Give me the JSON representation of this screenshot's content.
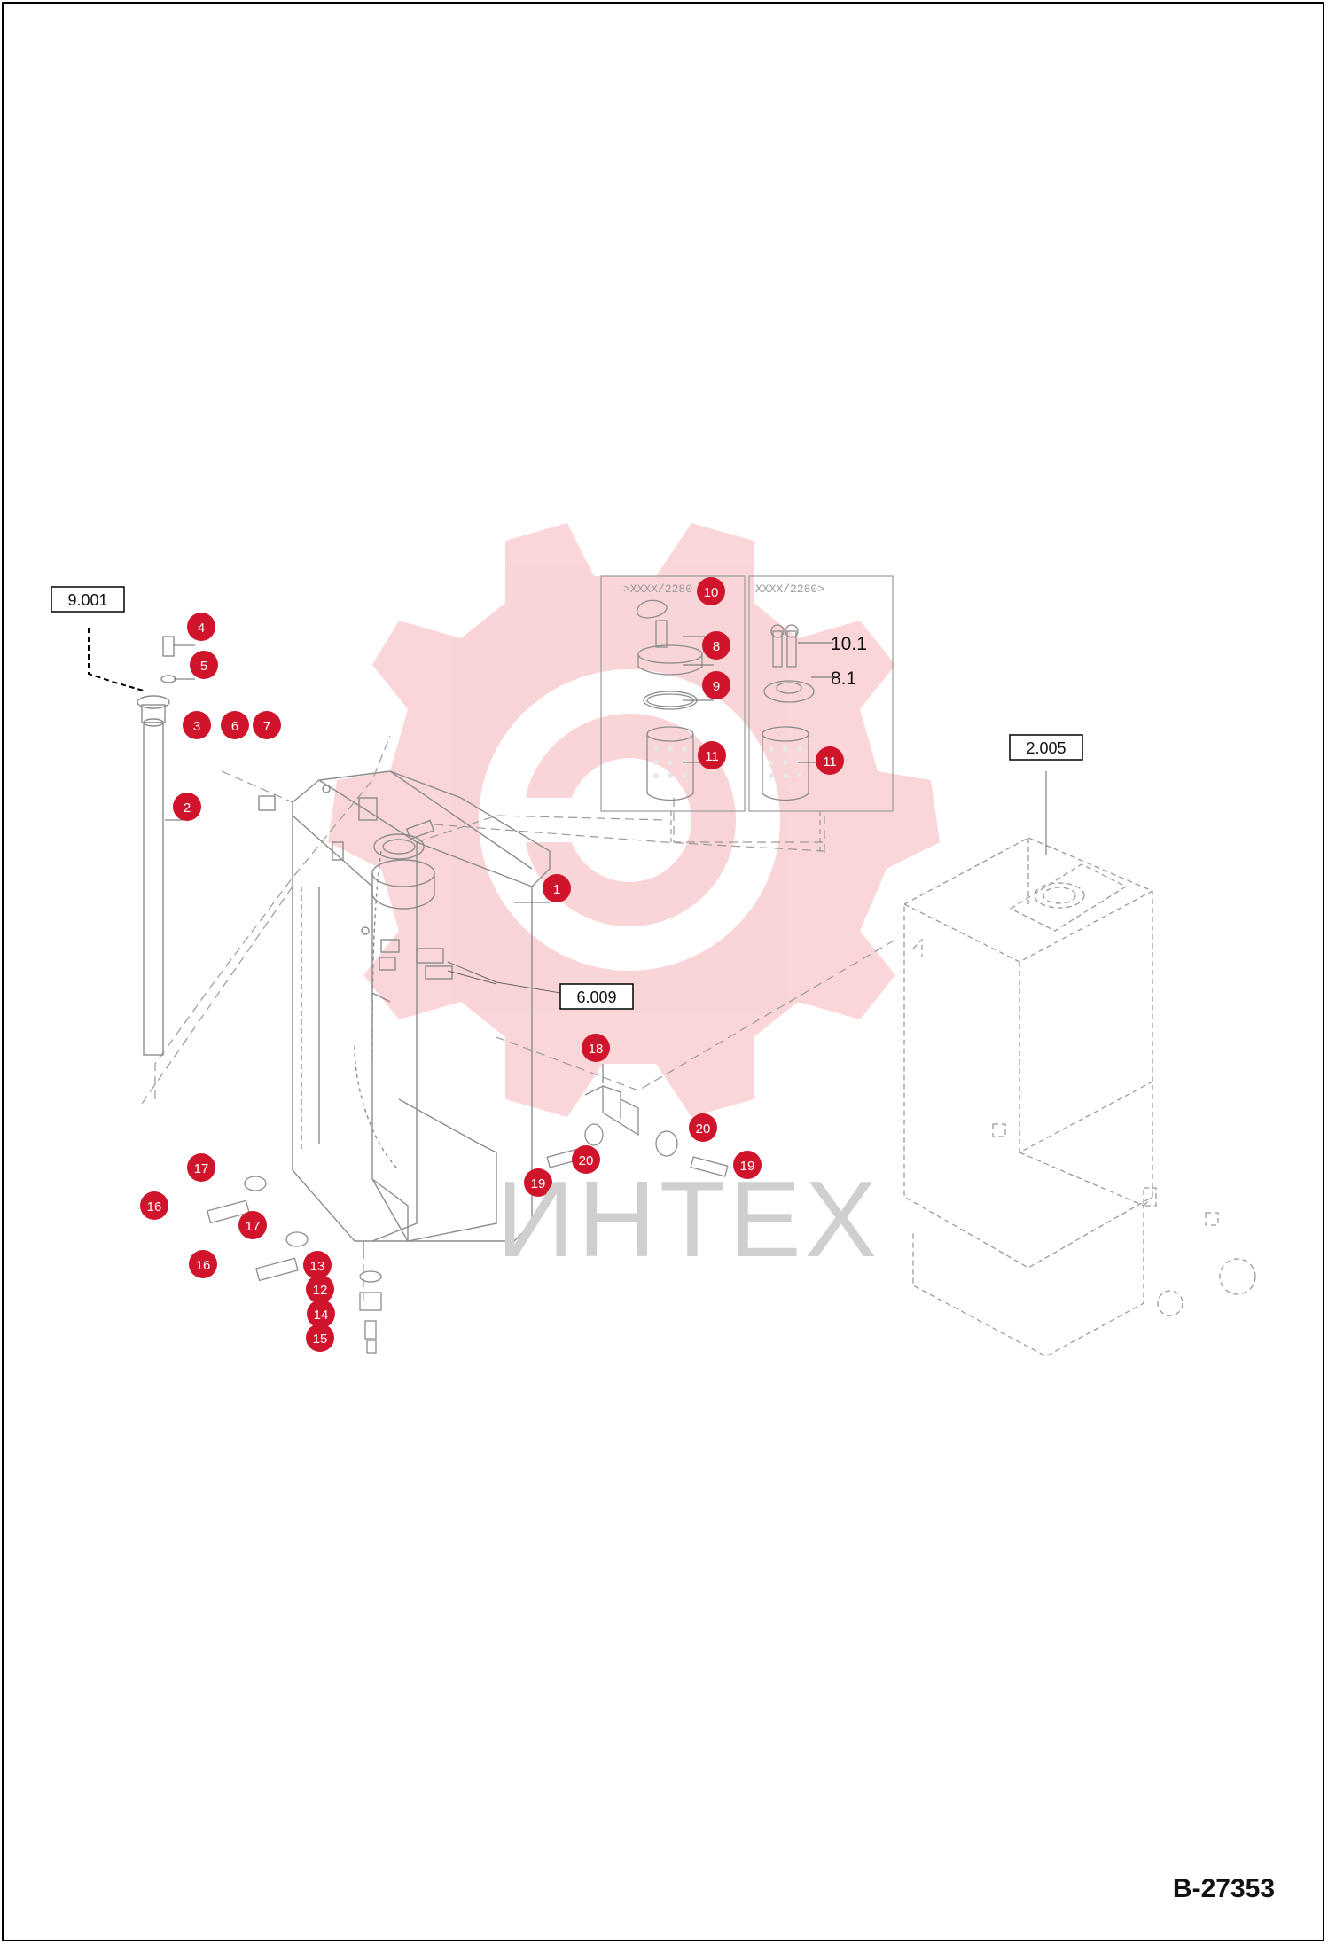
{
  "document_id": "B-27353",
  "watermark_text": "ИНТЕХ",
  "reference_boxes": [
    "9.001",
    "6.009",
    "2.005"
  ],
  "variant_labels": [
    ">XXXX/2280",
    "XXXX/2280>"
  ],
  "plain_labels": [
    "10.1",
    "8.1"
  ],
  "callouts": [
    "1",
    "2",
    "3",
    "4",
    "5",
    "6",
    "7",
    "8",
    "9",
    "10",
    "11",
    "11",
    "12",
    "13",
    "14",
    "15",
    "16",
    "16",
    "17",
    "17",
    "18",
    "19",
    "19",
    "20",
    "20"
  ],
  "colors": {
    "callout": "#d0142c",
    "line": "#8c8c8c",
    "watermark": "#f4b8b8",
    "border": "#000000"
  }
}
